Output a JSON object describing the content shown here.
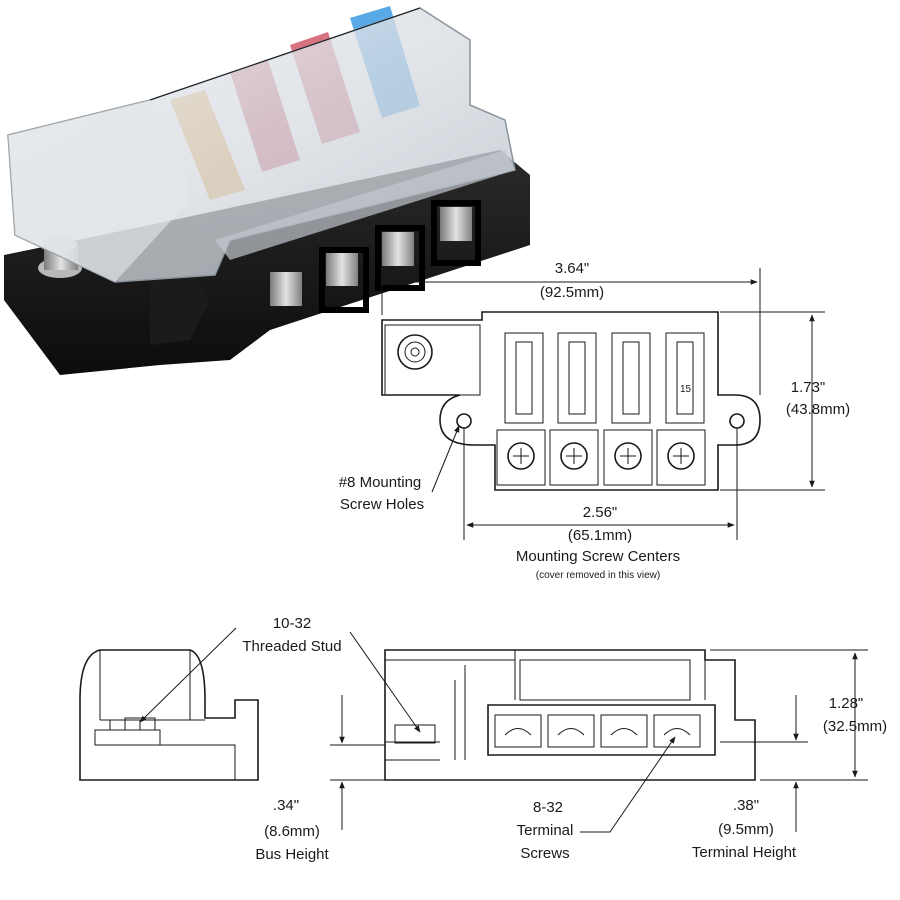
{
  "product_photo": {
    "fuse_colors": [
      "#e89a3c",
      "#c9485a",
      "#d05a6a",
      "#3b9ae0"
    ],
    "fuse_labels": [
      "15"
    ]
  },
  "top_view": {
    "width_in": "3.64\"",
    "width_mm": "(92.5mm)",
    "height_in": "1.73\"",
    "height_mm": "(43.8mm)",
    "screw_centers_in": "2.56\"",
    "screw_centers_mm": "(65.1mm)",
    "screw_centers_caption": "Mounting Screw Centers",
    "cover_note": "(cover removed in this view)",
    "mount_holes_line1": "#8 Mounting",
    "mount_holes_line2": "Screw Holes"
  },
  "side_view": {
    "stud_line1": "10-32",
    "stud_line2": "Threaded Stud",
    "total_height_in": "1.28\"",
    "total_height_mm": "(32.5mm)",
    "bus_height_in": ".34\"",
    "bus_height_mm": "(8.6mm)",
    "bus_height_caption": "Bus Height",
    "terminal_line1": "8-32",
    "terminal_line2": "Terminal",
    "terminal_line3": "Screws",
    "terminal_height_in": ".38\"",
    "terminal_height_mm": "(9.5mm)",
    "terminal_height_caption": "Terminal Height"
  }
}
